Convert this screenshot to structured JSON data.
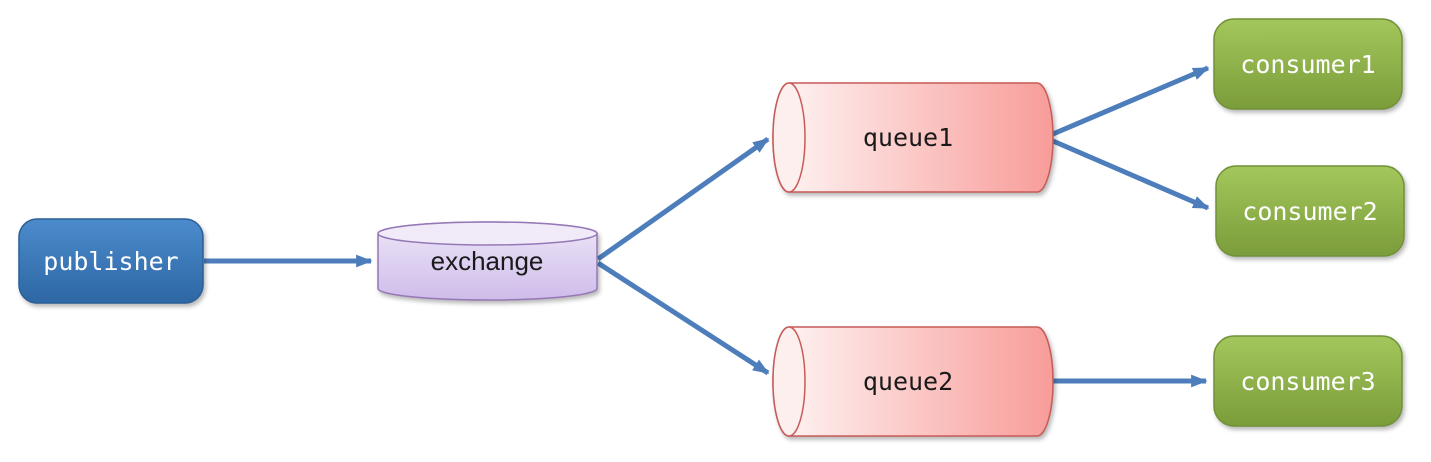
{
  "nodes": {
    "publisher": {
      "label": "publisher",
      "shape": "rounded-rect",
      "fill": "#3a7bc0",
      "border": "#2a5f97",
      "text_color": "#ffffff"
    },
    "exchange": {
      "label": "exchange",
      "shape": "cylinder-vertical",
      "fill": "#dcccef",
      "border": "#9678b6",
      "text_color": "#1a1a1a"
    },
    "queue1": {
      "label": "queue1",
      "shape": "cylinder-horizontal",
      "fill": "#fbc4c2",
      "border": "#c75b59",
      "text_color": "#1a1a1a"
    },
    "queue2": {
      "label": "queue2",
      "shape": "cylinder-horizontal",
      "fill": "#fbc4c2",
      "border": "#c75b59",
      "text_color": "#1a1a1a"
    },
    "consumer1": {
      "label": "consumer1",
      "shape": "rounded-rect",
      "fill": "#8fb247",
      "border": "#719138",
      "text_color": "#ffffff"
    },
    "consumer2": {
      "label": "consumer2",
      "shape": "rounded-rect",
      "fill": "#8fb247",
      "border": "#719138",
      "text_color": "#ffffff"
    },
    "consumer3": {
      "label": "consumer3",
      "shape": "rounded-rect",
      "fill": "#8fb247",
      "border": "#719138",
      "text_color": "#ffffff"
    }
  },
  "edges": [
    {
      "from": "publisher",
      "to": "exchange"
    },
    {
      "from": "exchange",
      "to": "queue1"
    },
    {
      "from": "exchange",
      "to": "queue2"
    },
    {
      "from": "queue1",
      "to": "consumer1"
    },
    {
      "from": "queue1",
      "to": "consumer2"
    },
    {
      "from": "queue2",
      "to": "consumer3"
    }
  ],
  "colors": {
    "arrow": "#4d7ebb",
    "background": "#ffffff"
  }
}
